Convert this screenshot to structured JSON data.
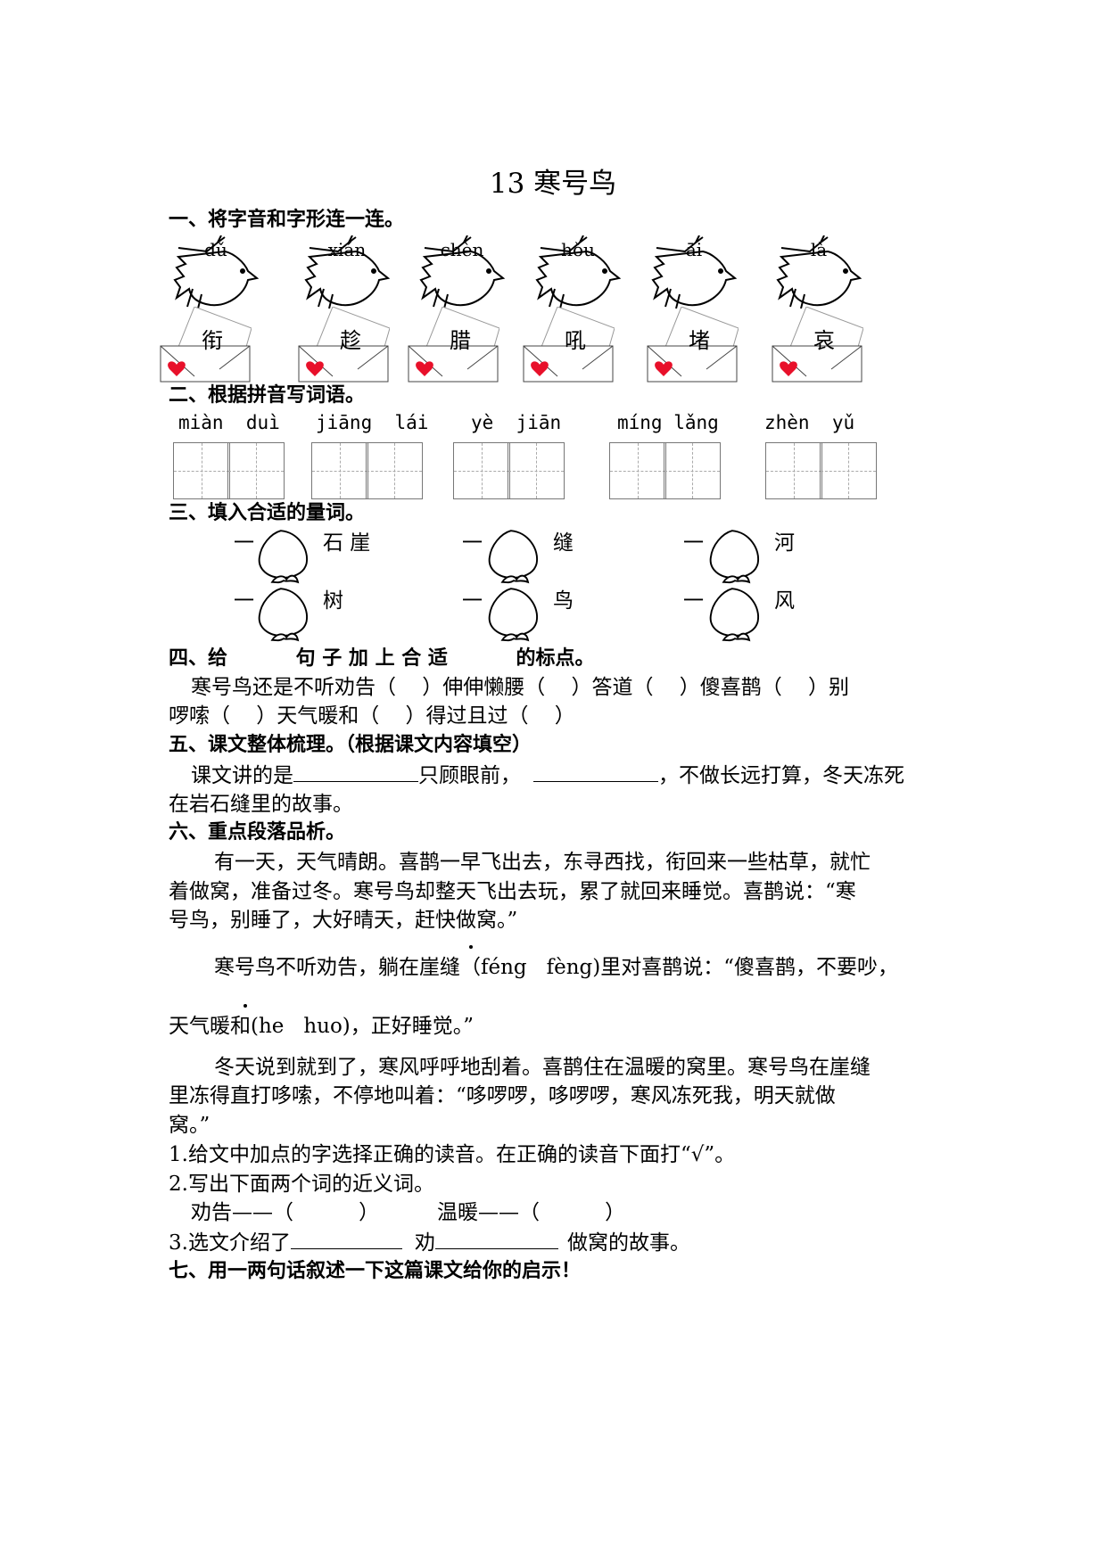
{
  "title": "13 寒号鸟",
  "s1": {
    "heading": "一、将字音和字形连一连。",
    "pinyin": [
      "dǔ",
      "xián",
      "chèn",
      "hǒu",
      "āi",
      "là"
    ],
    "chars": [
      "衔",
      "趁",
      "腊",
      "吼",
      "堵",
      "哀"
    ],
    "heart_color": "#e8102a"
  },
  "s2": {
    "heading": "二、根据拼音写词语。",
    "words": [
      "miàn  duì",
      "jiāng  lái",
      "yè  jiān",
      "míng lǎng",
      "zhèn  yǔ"
    ]
  },
  "s3": {
    "heading": "三、填入合适的量词。",
    "yi": "一",
    "row1": [
      "石 崖",
      "缝",
      "河"
    ],
    "row2": [
      "树",
      "鸟",
      "风"
    ]
  },
  "s4": {
    "heading": "四、给          句 子 加 上 合 适          的标点。",
    "line1": "寒号鸟还是不听劝告（    ）伸伸懒腰（    ）答道（    ）傻喜鹊（    ）别",
    "line2": "啰嗦（    ）天气暖和（    ）得过且过（    ）"
  },
  "s5": {
    "heading": "五、课文整体梳理。（根据课文内容填空）",
    "a": "课文讲的是",
    "b": "只顾眼前，",
    "c": "，不做长远打算，冬天冻死",
    "d": "在岩石缝里的故事。"
  },
  "s6": {
    "heading": "六、重点段落品析。",
    "p1": [
      "有一天，天气晴朗。喜鹊一早飞出去，东寻西找，衔回来一些枯草，就忙",
      "着做窝，准备过冬。寒号鸟却整天飞出去玩，累了就回来睡觉。喜鹊说：“寒",
      "号鸟，别睡了，大好晴天，赶快做窝。”"
    ],
    "p2": "寒号鸟不听劝告，躺在崖缝（féng   fèng)里对喜鹊说：“傻喜鹊，不要吵，",
    "p3": "天气暖和(he   huo)，正好睡觉。”",
    "p4": [
      "冬天说到就到了，寒风呼呼地刮着。喜鹊住在温暖的窝里。寒号鸟在崖缝",
      "里冻得直打哆嗦，不停地叫着：“哆啰啰，哆啰啰，寒风冻死我，明天就做",
      "窝。”"
    ],
    "q1": "1.给文中加点的字选择正确的读音。在正确的读音下面打“√”。",
    "q2": "2.写出下面两个词的近义词。",
    "q2a": "劝告——（          ）",
    "q2b": "温暖——（          ）",
    "q3a": "3.选文介绍了",
    "q3b": "劝",
    "q3c": "做窝的故事。"
  },
  "s7": {
    "heading": "七、用一两句话叙述一下这篇课文给你的启示！"
  }
}
